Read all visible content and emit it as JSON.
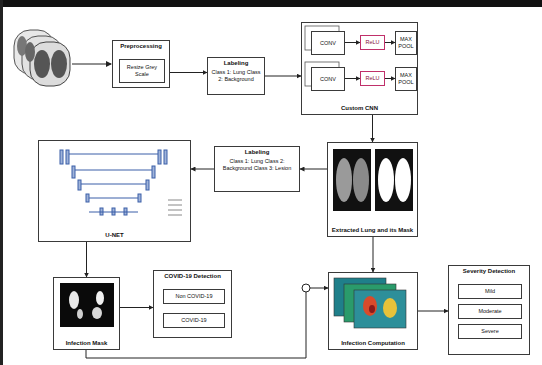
{
  "diagram": {
    "nodes": [
      {
        "text": [
          "Preprocessing"
        ]
      },
      {
        "text": [
          "Resize Grey Scale"
        ],
        "in": 0
      },
      {
        "text": [
          "Labeling",
          "Class 1: Lung Class 2: Background"
        ]
      },
      {
        "text": [
          "Custom CNN"
        ]
      },
      {
        "text": [
          "CONV"
        ],
        "in": 3
      },
      {
        "text": [
          "ReLU"
        ],
        "in": 3
      },
      {
        "text": [
          "MAX POOL"
        ],
        "in": 3
      },
      {
        "text": [
          "CONV"
        ],
        "in": 3
      },
      {
        "text": [
          "ReLU"
        ],
        "in": 3
      },
      {
        "text": [
          "MAX POOL"
        ],
        "in": 3
      },
      {
        "text": [
          "Extracted Lung and its Mask"
        ]
      },
      {
        "text": [
          "Labeling",
          "Class 1: Lung Class 2: Background Class 3: Lesion"
        ]
      },
      {
        "text": [
          "U-NET"
        ]
      },
      {
        "text": [
          "Infection Mask"
        ]
      },
      {
        "text": [
          "COVID-19 Detection"
        ]
      },
      {
        "text": [
          "Non COVID-19"
        ],
        "in": 14
      },
      {
        "text": [
          "COVID-19"
        ],
        "in": 14
      },
      {
        "text": [
          "Infection Computation"
        ]
      },
      {
        "text": [
          "Severity Detection"
        ]
      },
      {
        "text": [
          "Mild"
        ],
        "in": 18
      },
      {
        "text": [
          "Moderate"
        ],
        "in": 18
      },
      {
        "text": [
          "Severe"
        ],
        "in": 18
      }
    ],
    "edges": [
      {
        "from": 0,
        "to": 2,
        "arrow": "to"
      },
      {
        "from": 2,
        "to": 3,
        "arrow": "to"
      },
      {
        "from": 4,
        "to": 5,
        "arrow": "to"
      },
      {
        "from": 5,
        "to": 6,
        "arrow": "to"
      },
      {
        "from": 7,
        "to": 8,
        "arrow": "to"
      },
      {
        "from": 8,
        "to": 9,
        "arrow": "to"
      },
      {
        "from": 3,
        "to": 10,
        "arrow": "to"
      },
      {
        "from": 10,
        "to": 11,
        "arrow": "to"
      },
      {
        "from": 11,
        "to": 12,
        "arrow": "to"
      },
      {
        "from": 12,
        "to": 13,
        "arrow": "to"
      },
      {
        "from": 13,
        "to": 14,
        "arrow": "to"
      },
      {
        "from": 13,
        "to": 17,
        "arrow": "to"
      },
      {
        "from": 10,
        "to": 17,
        "arrow": "to"
      },
      {
        "from": 17,
        "to": 18,
        "arrow": "to"
      }
    ]
  }
}
